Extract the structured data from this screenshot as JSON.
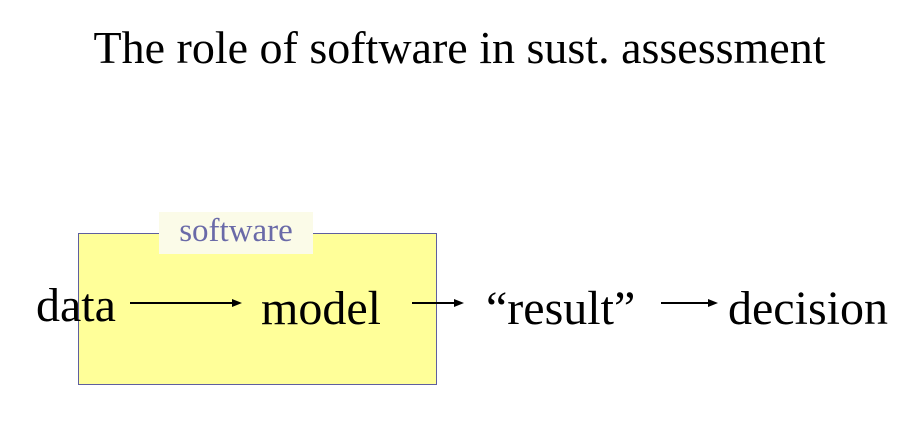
{
  "title": "The role of software in sust. assessment",
  "diagram": {
    "container_label": "software",
    "nodes": {
      "data": "data",
      "model": "model",
      "result": "“result”",
      "decision": "decision"
    },
    "edges": [
      {
        "from": "data",
        "to": "model"
      },
      {
        "from": "model",
        "to": "result"
      },
      {
        "from": "result",
        "to": "decision"
      }
    ],
    "colors": {
      "box_fill": "#ffff99",
      "box_border": "#5f5f9f",
      "label_text": "#6a6aa8",
      "text": "#000000"
    }
  }
}
